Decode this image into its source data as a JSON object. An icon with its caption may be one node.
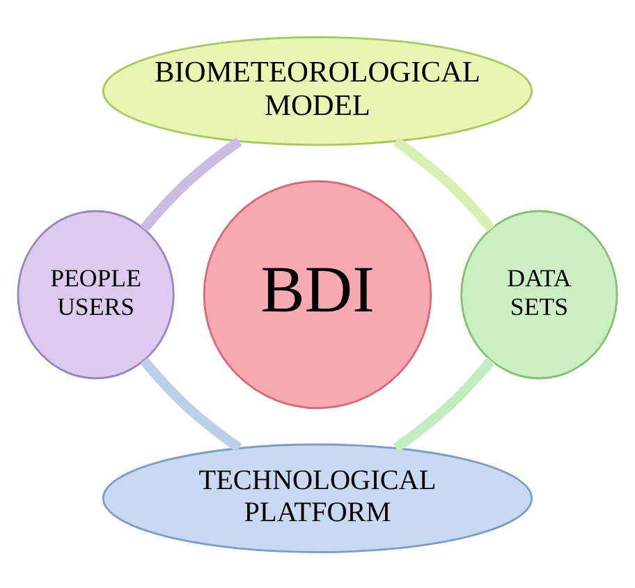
{
  "diagram": {
    "nodes": [
      {
        "text": [
          "BIOMETEOROLOGICAL MODEL"
        ]
      },
      {
        "text": [
          "PEOPLE USERS"
        ]
      },
      {
        "text": [
          "BDI"
        ]
      },
      {
        "text": [
          "DATA SETS"
        ]
      },
      {
        "text": [
          "TECHNOLOGICAL PLATFORM"
        ]
      }
    ],
    "edges": [
      {
        "from": 0,
        "to": 1,
        "arrow": "none",
        "color": "#cbbce3"
      },
      {
        "from": 0,
        "to": 3,
        "arrow": "none",
        "color": "#d9efb3"
      },
      {
        "from": 1,
        "to": 4,
        "arrow": "none",
        "color": "#bccfe9"
      },
      {
        "from": 3,
        "to": 4,
        "arrow": "none",
        "color": "#c3ecc2"
      }
    ]
  }
}
